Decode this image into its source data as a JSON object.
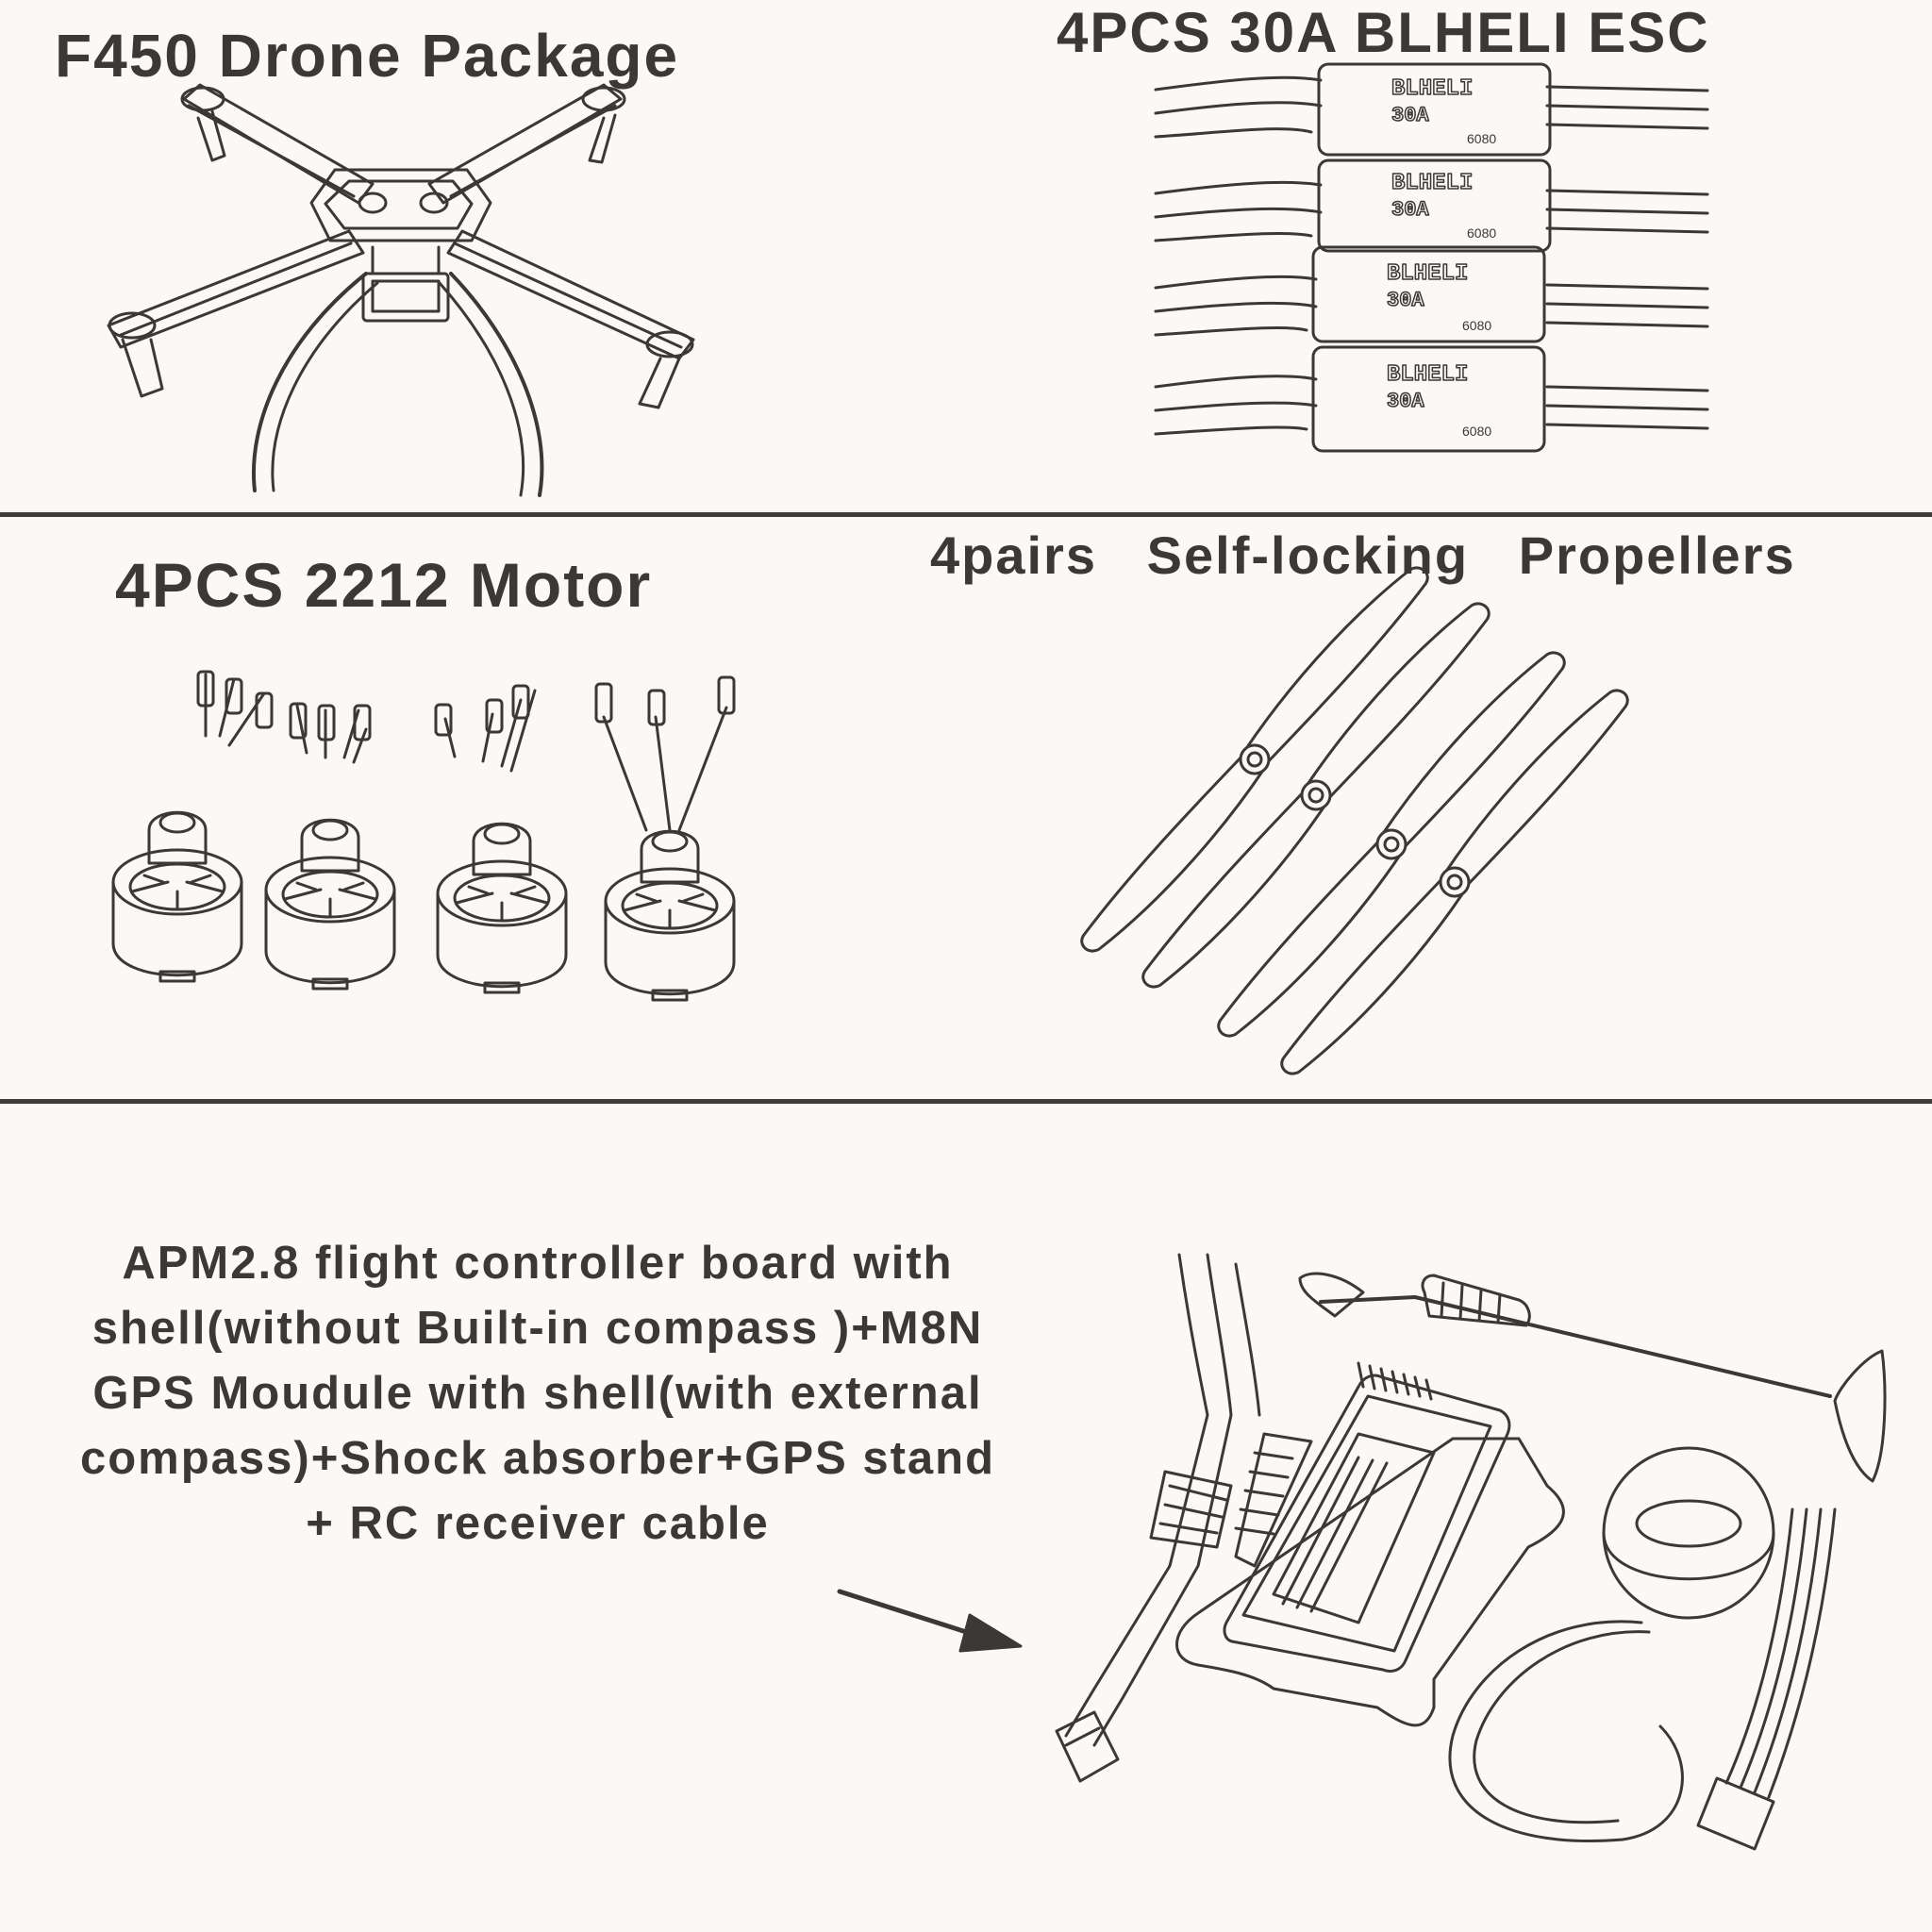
{
  "sections": {
    "frame": {
      "title": "F450 Drone Package"
    },
    "esc": {
      "title": "4PCS 30A BLHELI ESC",
      "label_brand": "BLHELI",
      "label_amp": "30A",
      "label_code": "6080"
    },
    "motor": {
      "title": "4PCS 2212 Motor"
    },
    "propellers": {
      "title": "4pairs   Self-locking   Propellers"
    },
    "controller": {
      "lines": [
        "APM2.8 flight controller board with",
        "shell(without Built-in compass )+M8N",
        "GPS Moudule with shell(with external",
        "compass)+Shock absorber+GPS stand",
        "+ RC receiver cable"
      ]
    }
  },
  "colors": {
    "ink": "#3b3835",
    "paper": "#faf9f5"
  }
}
